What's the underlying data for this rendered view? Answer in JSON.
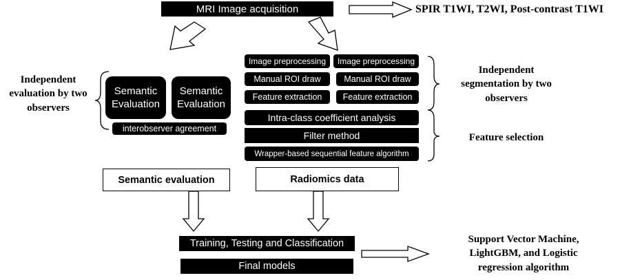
{
  "top": {
    "acquisition": "MRI Image acquisition",
    "sequences": "SPIR T1WI, T2WI, Post-contrast T1WI"
  },
  "left": {
    "side_label": [
      "Independent",
      "evaluation by two",
      "observers"
    ],
    "semantic_box_1": [
      "Semantic",
      "Evaluation"
    ],
    "semantic_box_2": [
      "Semantic",
      "Evaluation"
    ],
    "agreement": "interobserver agreement",
    "result": "Semantic evaluation"
  },
  "right": {
    "col1": [
      "Image preprocessing",
      "Manual ROI draw",
      "Feature extraction"
    ],
    "col2": [
      "Image preprocessing",
      "Manual ROI draw",
      "Feature extraction"
    ],
    "icc": "Intra-class coefficient analysis",
    "filter": "Filter method",
    "wrapper": "Wrapper-based sequential feature algorithm",
    "side_label_seg": [
      "Independent",
      "segmentation by two",
      "observers"
    ],
    "side_label_fs": "Feature selection",
    "result": "Radiomics data"
  },
  "bottom": {
    "training": "Training,  Testing and Classification",
    "final": "Final models",
    "algorithms": [
      "Support Vector Machine,",
      "LightGBM, and Logistic",
      "regression algorithm"
    ]
  }
}
